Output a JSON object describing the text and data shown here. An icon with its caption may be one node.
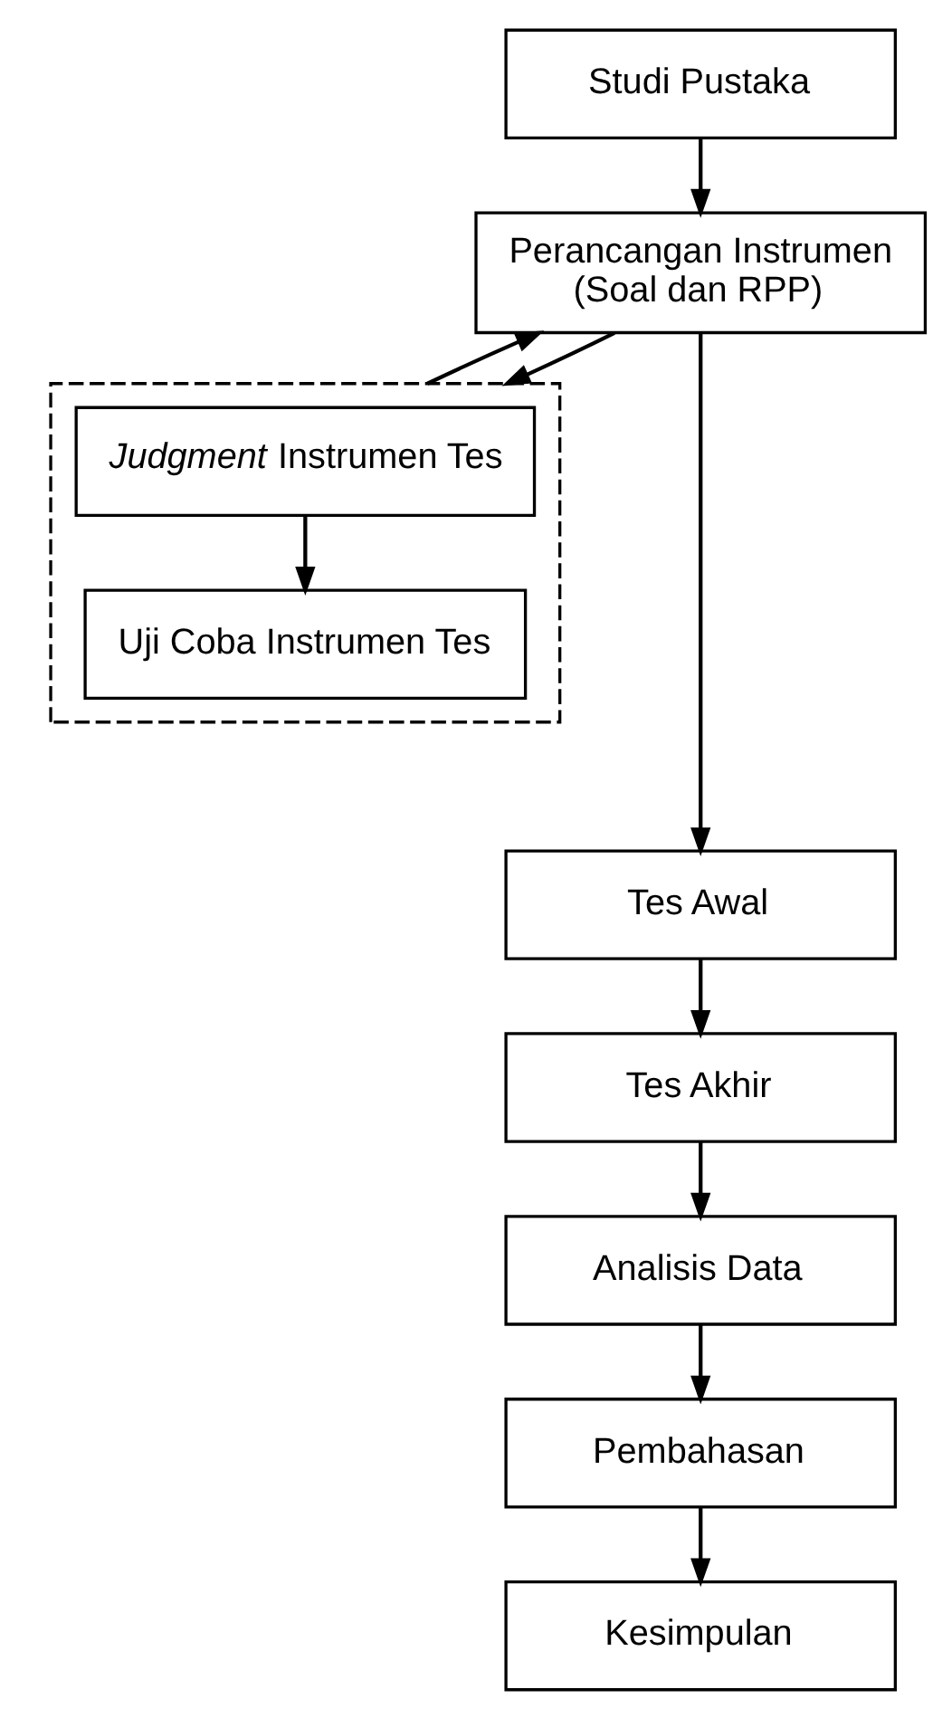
{
  "diagram": {
    "nodes": [
      {
        "text": [
          "Studi Pustaka"
        ]
      },
      {
        "text": [
          "Perancangan Instrumen (Soal dan RPP)"
        ]
      },
      {
        "text": [],
        "shape": "box"
      },
      {
        "text": [
          "*Judgment* Instrumen Tes"
        ],
        "in": 2
      },
      {
        "text": [
          "Uji Coba Instrumen Tes"
        ],
        "in": 2
      },
      {
        "text": [
          "Tes Awal"
        ]
      },
      {
        "text": [
          "Tes Akhir"
        ]
      },
      {
        "text": [
          "Analisis Data"
        ]
      },
      {
        "text": [
          "Pembahasan"
        ]
      },
      {
        "text": [
          "Kesimpulan"
        ]
      }
    ],
    "edges": [
      {
        "from": 0,
        "to": 1,
        "arrow": "to"
      },
      {
        "from": 1,
        "to": 2,
        "arrow": "to"
      },
      {
        "from": 2,
        "to": 1,
        "arrow": "to"
      },
      {
        "from": 3,
        "to": 4,
        "arrow": "to"
      },
      {
        "from": 1,
        "to": 5,
        "arrow": "to"
      },
      {
        "from": 5,
        "to": 6,
        "arrow": "to"
      },
      {
        "from": 6,
        "to": 7,
        "arrow": "to"
      },
      {
        "from": 7,
        "to": 8,
        "arrow": "to"
      },
      {
        "from": 8,
        "to": 9,
        "arrow": "to"
      }
    ]
  }
}
